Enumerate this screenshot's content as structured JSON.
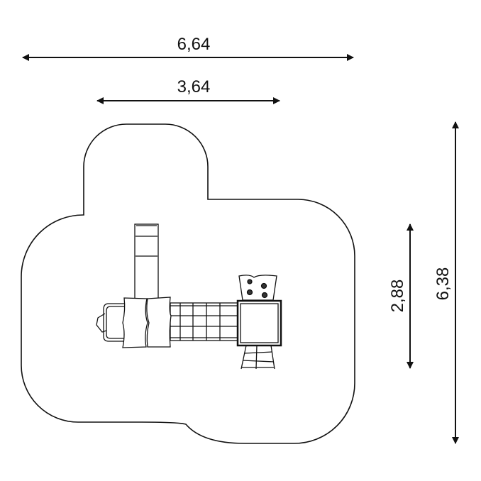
{
  "dimensions": {
    "overall_width": "6,64",
    "equipment_width": "3,64",
    "equipment_depth": "2,88",
    "overall_depth": "6,38"
  },
  "colors": {
    "line": "#111111",
    "fill": "#ffffff"
  }
}
